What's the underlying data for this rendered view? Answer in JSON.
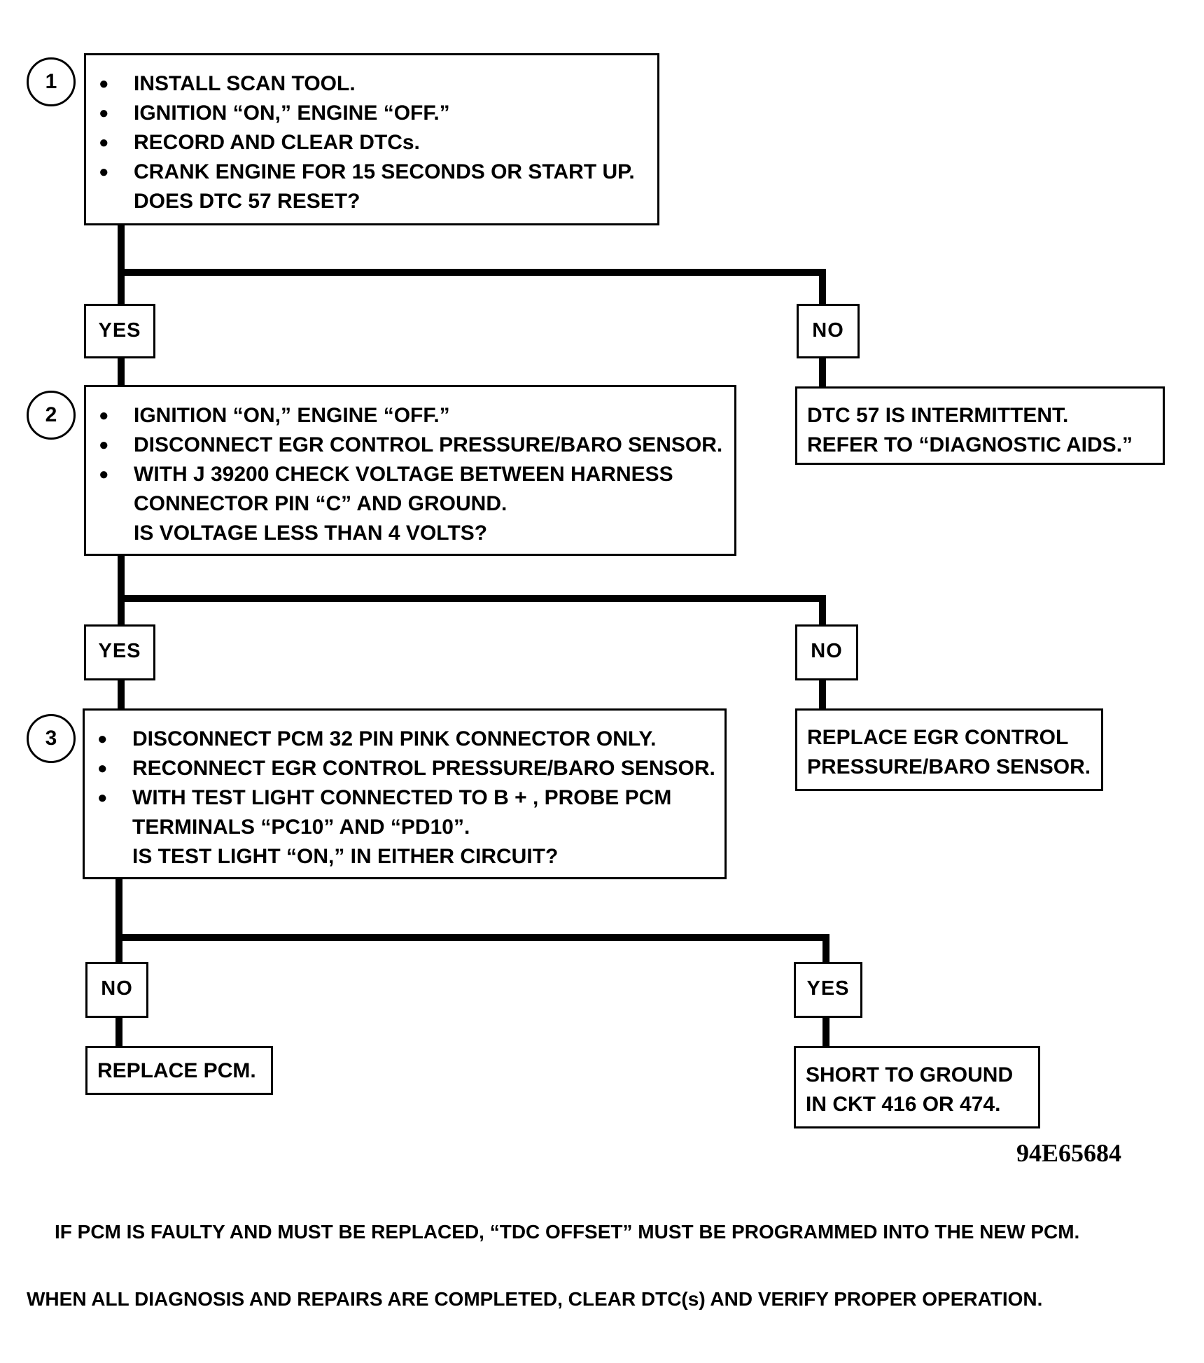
{
  "step1": {
    "number": "1",
    "bullets": [
      "INSTALL SCAN TOOL.",
      "IGNITION “ON,” ENGINE “OFF.”",
      "RECORD AND CLEAR DTCs.",
      "CRANK ENGINE FOR 15 SECONDS OR START UP."
    ],
    "question": "DOES DTC 57 RESET?"
  },
  "step1_branches": {
    "left": "YES",
    "right": "NO"
  },
  "step1_no_result": [
    "DTC 57 IS INTERMITTENT.",
    "REFER TO “DIAGNOSTIC AIDS.”"
  ],
  "step2": {
    "number": "2",
    "bullets": [
      "IGNITION “ON,” ENGINE “OFF.”",
      "DISCONNECT EGR CONTROL PRESSURE/BARO SENSOR.",
      "WITH J 39200 CHECK VOLTAGE BETWEEN HARNESS"
    ],
    "continuation": "CONNECTOR PIN “C” AND GROUND.",
    "question": "IS VOLTAGE LESS THAN 4 VOLTS?"
  },
  "step2_branches": {
    "left": "YES",
    "right": "NO"
  },
  "step2_no_result": [
    "REPLACE EGR CONTROL",
    "PRESSURE/BARO SENSOR."
  ],
  "step3": {
    "number": "3",
    "bullets": [
      "DISCONNECT PCM 32 PIN PINK CONNECTOR ONLY.",
      "RECONNECT EGR CONTROL PRESSURE/BARO SENSOR.",
      "WITH TEST LIGHT CONNECTED TO B + , PROBE PCM"
    ],
    "continuation": "TERMINALS “PC10” AND “PD10”.",
    "question": "IS TEST LIGHT “ON,” IN EITHER CIRCUIT?"
  },
  "step3_branches": {
    "left": "NO",
    "right": "YES"
  },
  "step3_no_result": [
    "REPLACE PCM."
  ],
  "step3_yes_result": [
    "SHORT TO GROUND",
    "IN CKT 416 OR 474."
  ],
  "figure_id": "94E65684",
  "notes": [
    "IF PCM IS FAULTY AND MUST BE REPLACED, “TDC OFFSET” MUST BE PROGRAMMED INTO THE NEW PCM.",
    "WHEN ALL DIAGNOSIS AND REPAIRS ARE COMPLETED, CLEAR DTC(s) AND VERIFY PROPER OPERATION."
  ]
}
